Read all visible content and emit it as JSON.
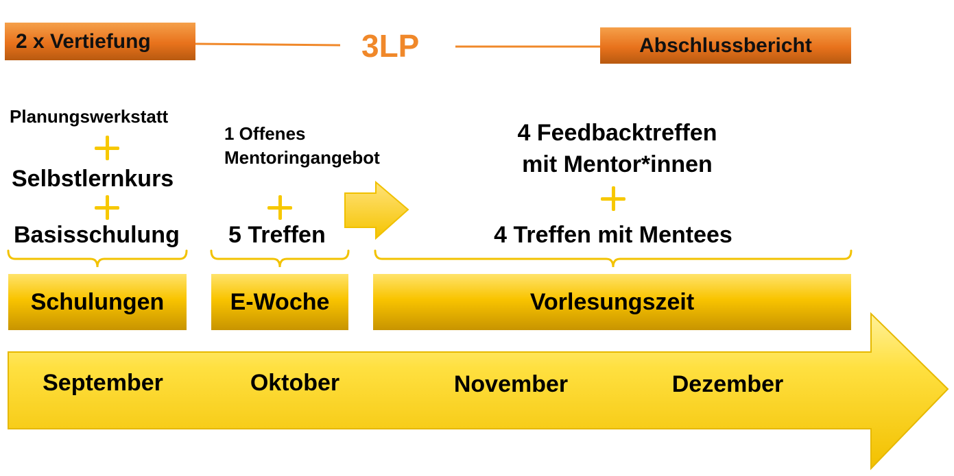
{
  "header": {
    "left_box": "2 x Vertiefung",
    "center": "3LP",
    "right_box": "Abschlussbericht"
  },
  "phases": {
    "schulungen": {
      "items": [
        "Planungswerkstatt",
        "Selbstlernkurs",
        "Basisschulung"
      ],
      "label": "Schulungen"
    },
    "ewoche": {
      "items": [
        "1 Offenes",
        "Mentoringangebot",
        "5 Treffen"
      ],
      "label": "E-Woche"
    },
    "vorlesung": {
      "items": [
        "4 Feedbacktreffen",
        "mit Mentor*innen",
        "4 Treffen mit Mentees"
      ],
      "label": "Vorlesungszeit"
    }
  },
  "timeline": {
    "months": [
      "September",
      "Oktober",
      "November",
      "Dezember"
    ]
  },
  "colors": {
    "orange": "#e8721c",
    "yellow": "#f9c400",
    "accent_text": "#f0882a"
  }
}
